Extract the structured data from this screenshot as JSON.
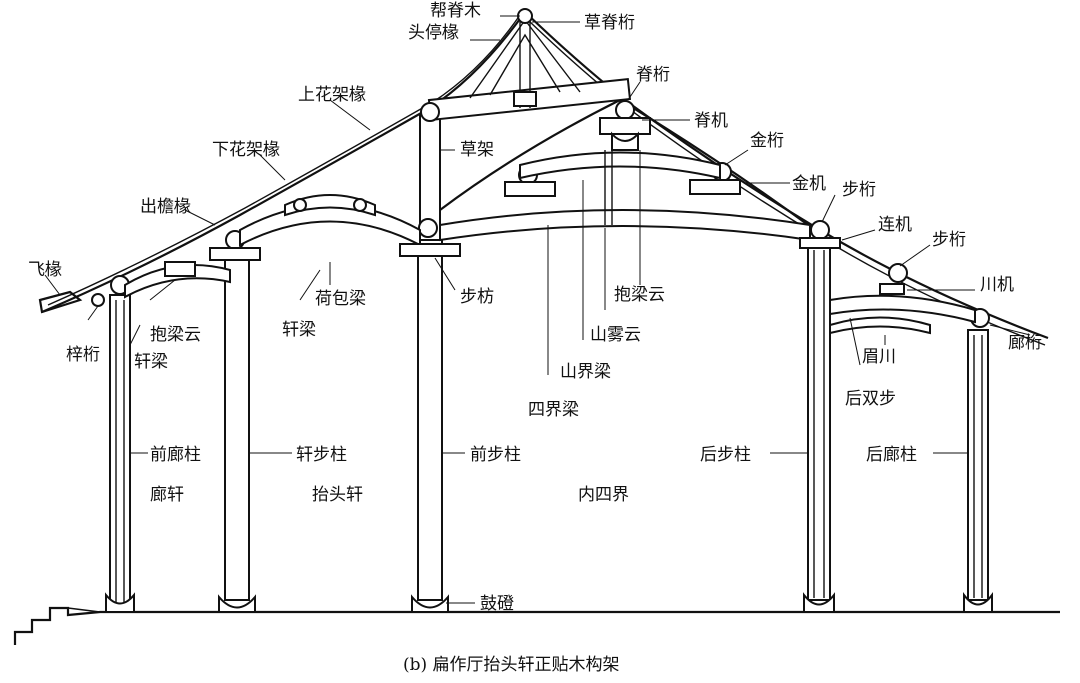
{
  "caption": "(b) 扁作厅抬头轩正贴木构架",
  "labels": {
    "bang_ji_mu": "帮脊木",
    "cao_ji_heng": "草脊桁",
    "tou_ting_chuan": "头停椽",
    "shang_hua_jia_chuan": "上花架椽",
    "ji_heng": "脊桁",
    "ji_ji": "脊机",
    "cao_jia": "草架",
    "jin_heng": "金桁",
    "xia_hua_jia_chuan": "下花架椽",
    "jin_ji": "金机",
    "chu_yan_chuan": "出檐椽",
    "bu_heng_upper": "步桁",
    "lian_ji": "连机",
    "bu_heng_lower": "步桁",
    "fei_chuan": "飞椽",
    "chuan_ji": "川机",
    "bao_liang_yun_right": "抱梁云",
    "he_bao_liang": "荷包梁",
    "bu_fang": "步枋",
    "bao_liang_yun_left": "抱梁云",
    "xuan_liang_mid": "轩梁",
    "shan_wu_yun": "山雾云",
    "lang_heng": "廊桁",
    "zi_heng": "梓桁",
    "xuan_liang_left": "轩梁",
    "mei_chuan": "眉川",
    "shan_jie_liang": "山界梁",
    "hou_shuang_bu": "后双步",
    "si_jie_liang": "四界梁",
    "qian_lang_zhu": "前廊柱",
    "xuan_bu_zhu": "轩步柱",
    "qian_bu_zhu": "前步柱",
    "hou_bu_zhu": "后步柱",
    "hou_lang_zhu": "后廊柱",
    "lang_xuan": "廊轩",
    "tai_tou_xuan": "抬头轩",
    "nei_si_jie": "内四界",
    "gu_deng": "鼓磴"
  }
}
